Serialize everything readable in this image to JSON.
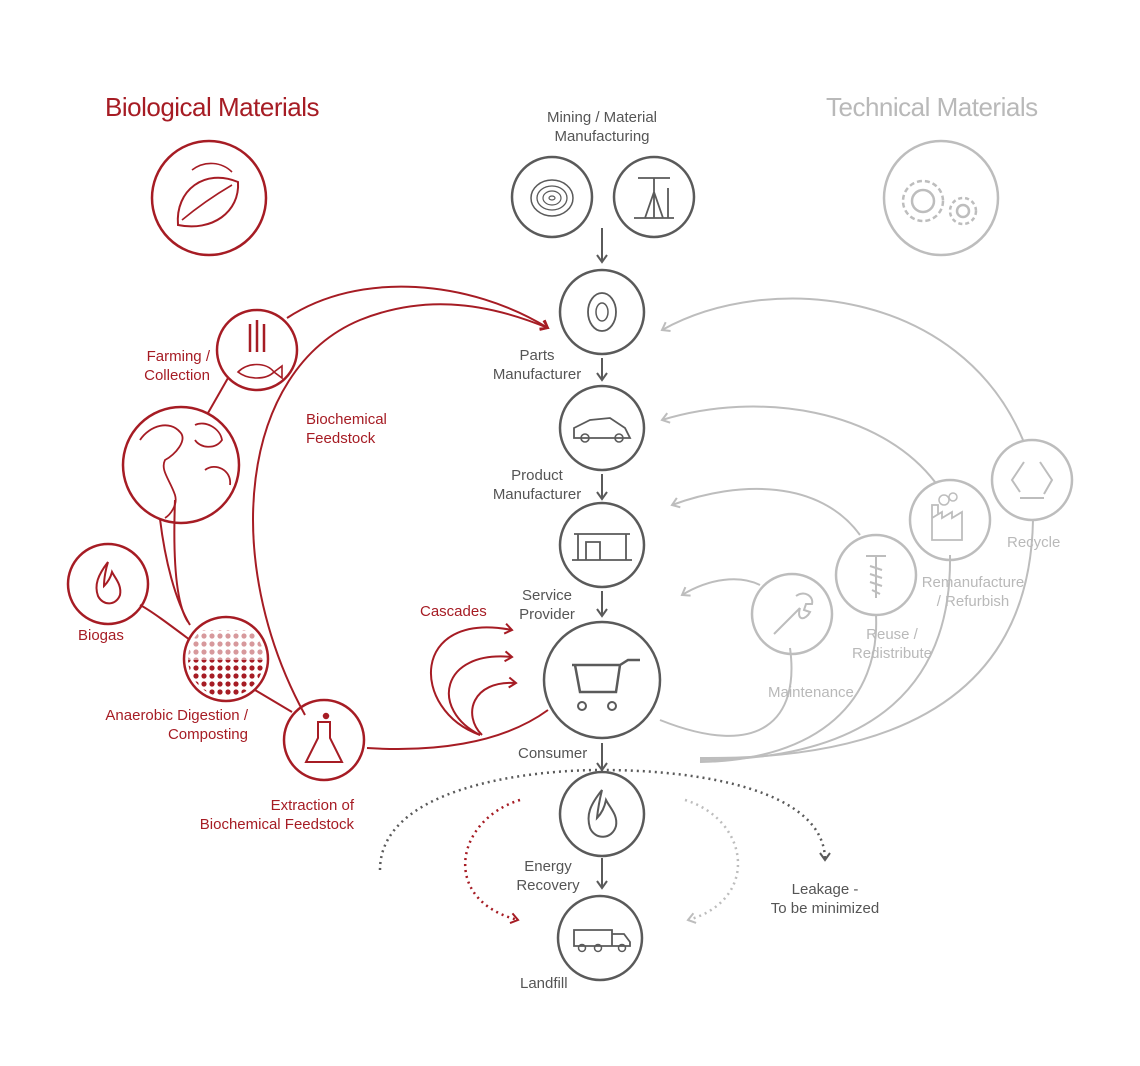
{
  "biological": {
    "title": "Biological Materials",
    "farming": "Farming /\nCollection",
    "biochemical_feedstock": "Biochemical\nFeedstock",
    "biogas": "Biogas",
    "anaerobic": "Anaerobic Digestion /\nComposting",
    "extraction": "Extraction of\nBiochemical Feedstock",
    "cascades": "Cascades"
  },
  "center": {
    "mining": "Mining / Material\nManufacturing",
    "parts": "Parts\nManufacturer",
    "product": "Product\nManufacturer",
    "service": "Service\nProvider",
    "consumer": "Consumer",
    "energy": "Energy\nRecovery",
    "landfill": "Landfill",
    "leakage": "Leakage -\nTo be minimized"
  },
  "technical": {
    "title": "Technical Materials",
    "recycle": "Recycle",
    "remanufacture": "Remanufacture\n/ Refurbish",
    "reuse": "Reuse /\nRedistribute",
    "maintenance": "Maintenance"
  },
  "colors": {
    "biological": "#a61c24",
    "central": "#5a5a5a",
    "technical": "#bdbdbd"
  },
  "icons": [
    "leaf-icon",
    "gears-icon",
    "log-icon",
    "oil-pump-icon",
    "tire-icon",
    "car-icon",
    "service-station-icon",
    "cart-icon",
    "flame-icon",
    "truck-icon",
    "wheat-fish-icon",
    "globe-icon",
    "compost-icon",
    "flask-icon",
    "recycle-icon",
    "factory-icon",
    "screw-icon",
    "wrench-icon"
  ]
}
